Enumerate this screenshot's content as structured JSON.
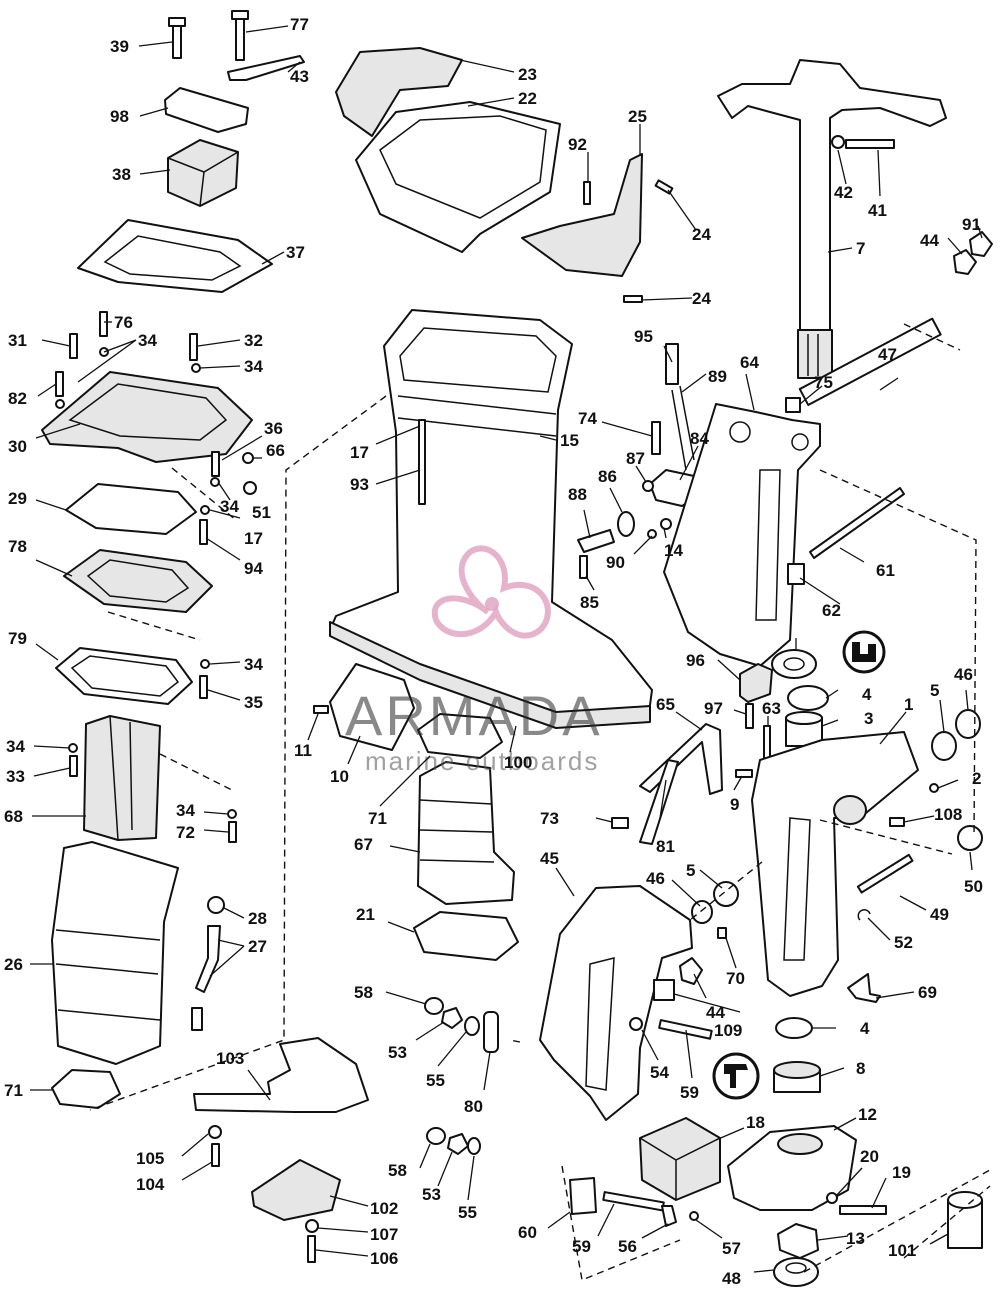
{
  "watermark": {
    "brand": "ARMADA",
    "tagline": "marine outboards",
    "logo_color": "#e0a0c0"
  },
  "labels": {
    "p1": "1",
    "p2": "2",
    "p3": "3",
    "p4": "4",
    "p4b": "4",
    "p5": "5",
    "p5b": "5",
    "p7": "7",
    "p8": "8",
    "p9": "9",
    "p10": "10",
    "p11": "11",
    "p12": "12",
    "p13": "13",
    "p14": "14",
    "p15": "15",
    "p17": "17",
    "p17b": "17",
    "p18": "18",
    "p19": "19",
    "p20": "20",
    "p21": "21",
    "p22": "22",
    "p23": "23",
    "p24": "24",
    "p24b": "24",
    "p25": "25",
    "p26": "26",
    "p27": "27",
    "p28": "28",
    "p29": "29",
    "p30": "30",
    "p31": "31",
    "p32": "32",
    "p33": "33",
    "p34a": "34",
    "p34b": "34",
    "p34c": "34",
    "p34d": "34",
    "p34e": "34",
    "p34f": "34",
    "p35": "35",
    "p36": "36",
    "p37": "37",
    "p38": "38",
    "p39": "39",
    "p41": "41",
    "p42": "42",
    "p43": "43",
    "p44": "44",
    "p44b": "44",
    "p45": "45",
    "p46": "46",
    "p46b": "46",
    "p47": "47",
    "p48": "48",
    "p49": "49",
    "p50": "50",
    "p51": "51",
    "p52": "52",
    "p53": "53",
    "p53b": "53",
    "p54": "54",
    "p55": "55",
    "p55b": "55",
    "p56": "56",
    "p57": "57",
    "p58": "58",
    "p58b": "58",
    "p59": "59",
    "p59b": "59",
    "p60": "60",
    "p61": "61",
    "p62": "62",
    "p63": "63",
    "p64": "64",
    "p65": "65",
    "p66": "66",
    "p67": "67",
    "p68": "68",
    "p69": "69",
    "p70": "70",
    "p71": "71",
    "p71b": "71",
    "p72": "72",
    "p73": "73",
    "p74": "74",
    "p75": "75",
    "p76": "76",
    "p77": "77",
    "p78": "78",
    "p79": "79",
    "p80": "80",
    "p81": "81",
    "p82": "82",
    "p84": "84",
    "p85": "85",
    "p86": "86",
    "p87": "87",
    "p88": "88",
    "p89": "89",
    "p90": "90",
    "p91": "91",
    "p92": "92",
    "p93": "93",
    "p94": "94",
    "p95": "95",
    "p96": "96",
    "p97": "97",
    "p98": "98",
    "p100": "100",
    "p101": "101",
    "p102": "102",
    "p103": "103",
    "p104": "104",
    "p105": "105",
    "p106": "106",
    "p107": "107",
    "p108": "108",
    "p109": "109"
  },
  "symbols": {
    "sealant_symbol_icon": "sealant-symbol"
  }
}
